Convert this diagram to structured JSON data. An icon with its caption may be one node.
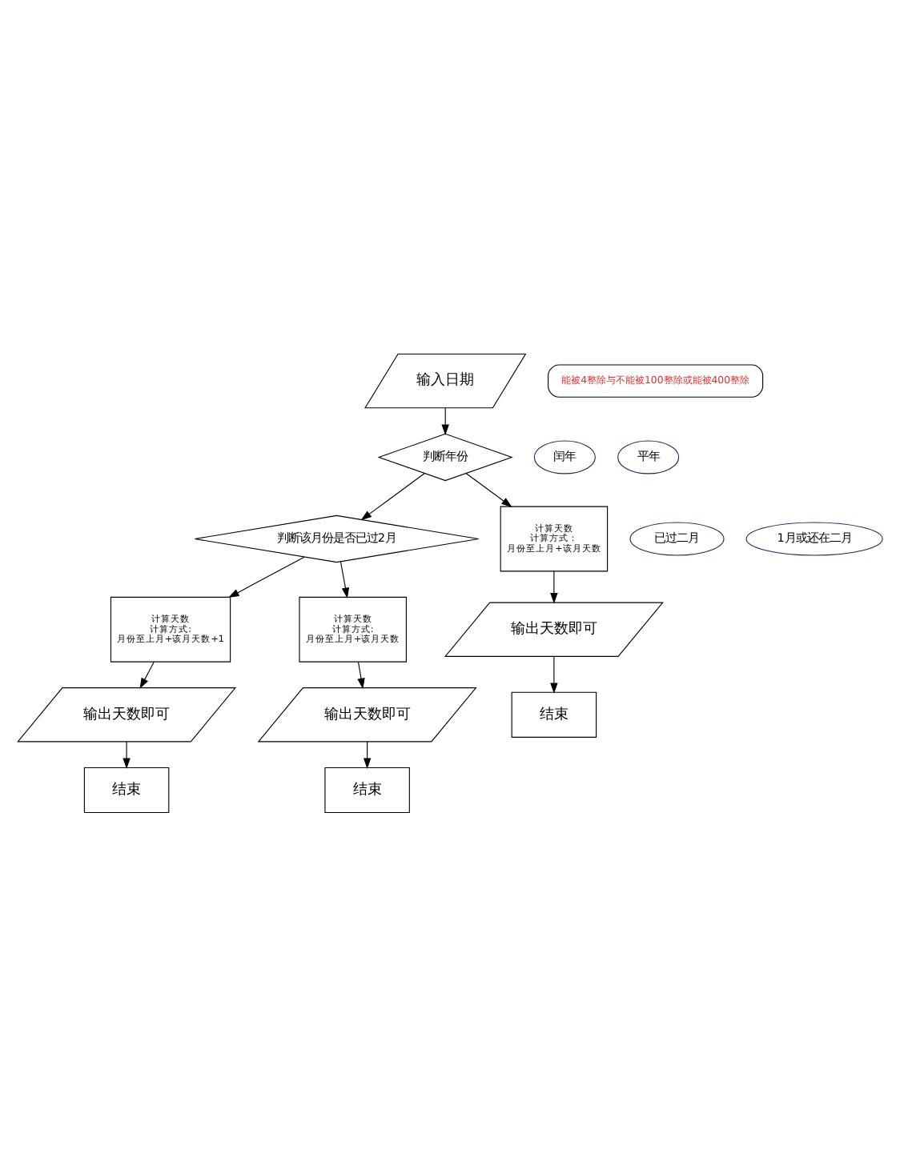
{
  "diagram": {
    "nodes": [
      {
        "text": [
          "输入日期"
        ]
      },
      {
        "text": [
          "能被4整除与不能被100整除或能被400整除"
        ]
      },
      {
        "text": [
          "判断年份"
        ]
      },
      {
        "text": [
          "闰年"
        ]
      },
      {
        "text": [
          "平年"
        ]
      },
      {
        "text": [
          "判断该月份是否已过2月"
        ]
      },
      {
        "text": [
          "已过二月"
        ]
      },
      {
        "text": [
          "1月或还在二月"
        ]
      },
      {
        "text": [
          "计算天数",
          "计算方式:",
          "月份至上月+该月天数+1"
        ]
      },
      {
        "text": [
          "计算天数",
          "计算方式:",
          "月份至上月+该月天数"
        ]
      },
      {
        "text": [
          "计算天数",
          "计算方式：",
          "月份至上月+该月天数"
        ]
      },
      {
        "text": [
          "输出天数即可"
        ]
      },
      {
        "text": [
          "输出天数即可"
        ]
      },
      {
        "text": [
          "输出天数即可"
        ]
      },
      {
        "text": [
          "结束"
        ]
      },
      {
        "text": [
          "结束"
        ]
      },
      {
        "text": [
          "结束"
        ]
      }
    ],
    "edges": [
      {
        "from": 0,
        "to": 2,
        "arrow": "to"
      },
      {
        "from": 2,
        "to": 5,
        "arrow": "to"
      },
      {
        "from": 2,
        "to": 10,
        "arrow": "to"
      },
      {
        "from": 5,
        "to": 8,
        "arrow": "to"
      },
      {
        "from": 5,
        "to": 9,
        "arrow": "to"
      },
      {
        "from": 8,
        "to": 11,
        "arrow": "to"
      },
      {
        "from": 9,
        "to": 12,
        "arrow": "to"
      },
      {
        "from": 10,
        "to": 13,
        "arrow": "to"
      },
      {
        "from": 11,
        "to": 14,
        "arrow": "to"
      },
      {
        "from": 12,
        "to": 15,
        "arrow": "to"
      },
      {
        "from": 13,
        "to": 16,
        "arrow": "to"
      }
    ]
  }
}
